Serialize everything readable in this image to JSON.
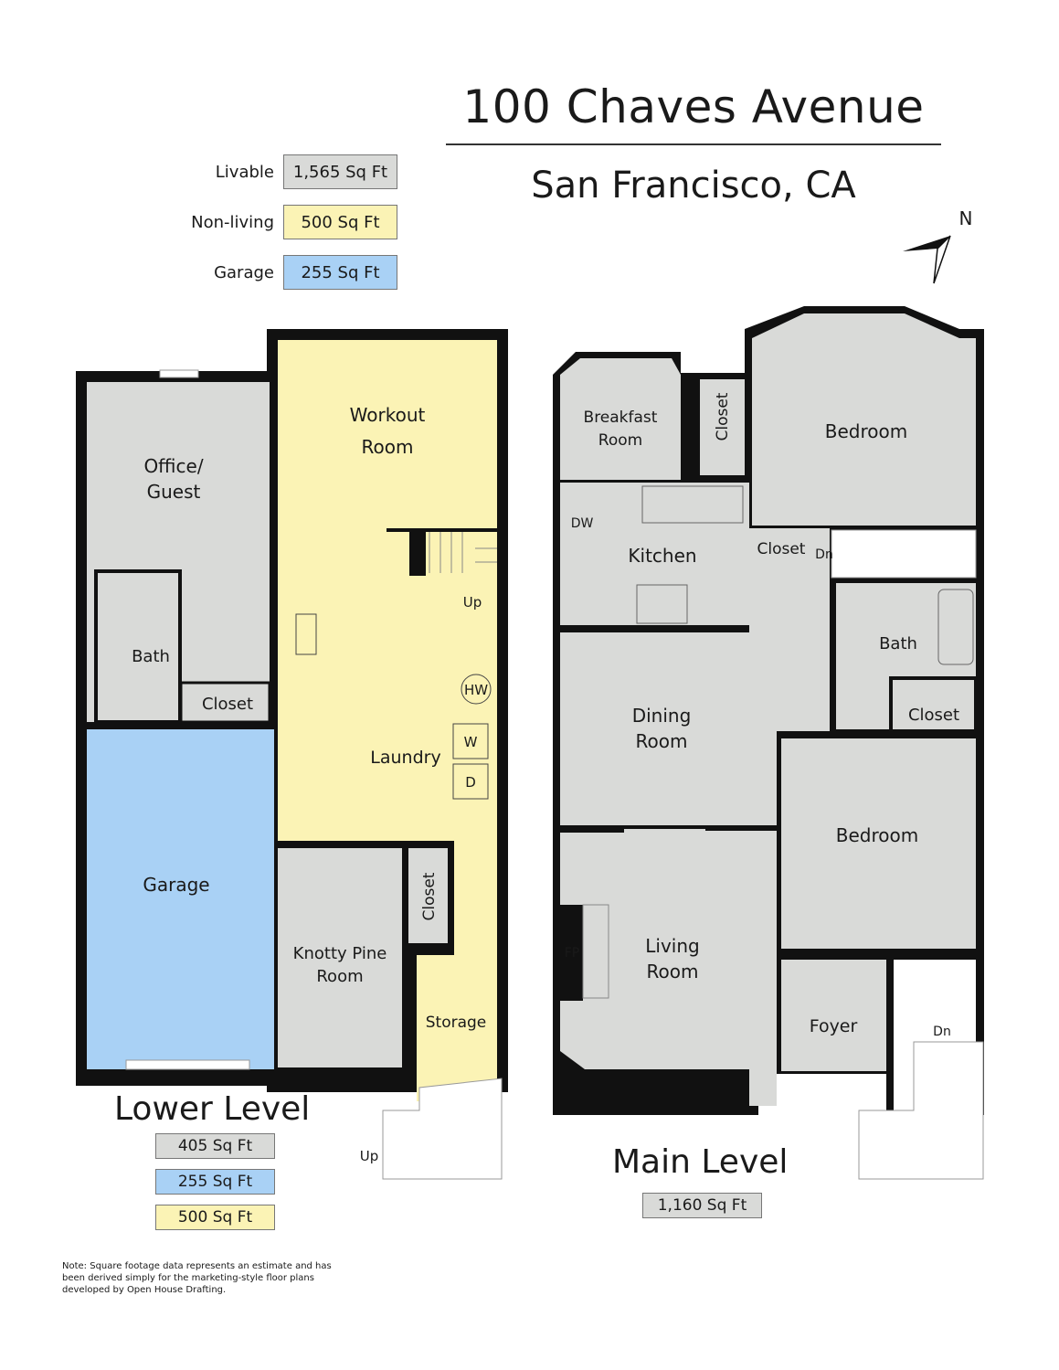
{
  "header": {
    "title": "100 Chaves Avenue",
    "subtitle": "San Francisco, CA"
  },
  "legend": [
    {
      "label": "Livable",
      "value": "1,565 Sq Ft",
      "color": "#d9dad8"
    },
    {
      "label": "Non-living",
      "value": "500 Sq Ft",
      "color": "#fbf3b5"
    },
    {
      "label": "Garage",
      "value": "255 Sq Ft",
      "color": "#a9d1f5"
    }
  ],
  "compass": {
    "label": "N"
  },
  "colors": {
    "livable": "#d9dad8",
    "nonliving": "#fbf3b5",
    "garage": "#a9d1f5",
    "wall": "#111111"
  },
  "lower_level": {
    "title": "Lower Level",
    "areas": [
      "405 Sq Ft",
      "255 Sq Ft",
      "500 Sq Ft"
    ],
    "rooms": {
      "office1": "Office/",
      "office2": "Guest",
      "bath": "Bath",
      "closet": "Closet",
      "garage": "Garage",
      "workout1": "Workout",
      "workout2": "Room",
      "up": "Up",
      "hw": "HW",
      "laundry": "Laundry",
      "w": "W",
      "d": "D",
      "knotty1": "Knotty Pine",
      "knotty2": "Room",
      "closet2": "Closet",
      "storage": "Storage",
      "up2": "Up"
    }
  },
  "main_level": {
    "title": "Main Level",
    "area": "1,160 Sq Ft",
    "rooms": {
      "breakfast1": "Breakfast",
      "breakfast2": "Room",
      "closet_top": "Closet",
      "bedroom1": "Bedroom",
      "dw": "DW",
      "kitchen": "Kitchen",
      "closet_hall": "Closet",
      "dn": "Dn",
      "bath": "Bath",
      "closet_bath": "Closet",
      "dining1": "Dining",
      "dining2": "Room",
      "bedroom2": "Bedroom",
      "fp": "FP",
      "living1": "Living",
      "living2": "Room",
      "foyer": "Foyer",
      "dn2": "Dn"
    }
  },
  "note": "Note: Square footage data represents an estimate and has been derived simply for the marketing-style floor plans developed by Open House Drafting."
}
